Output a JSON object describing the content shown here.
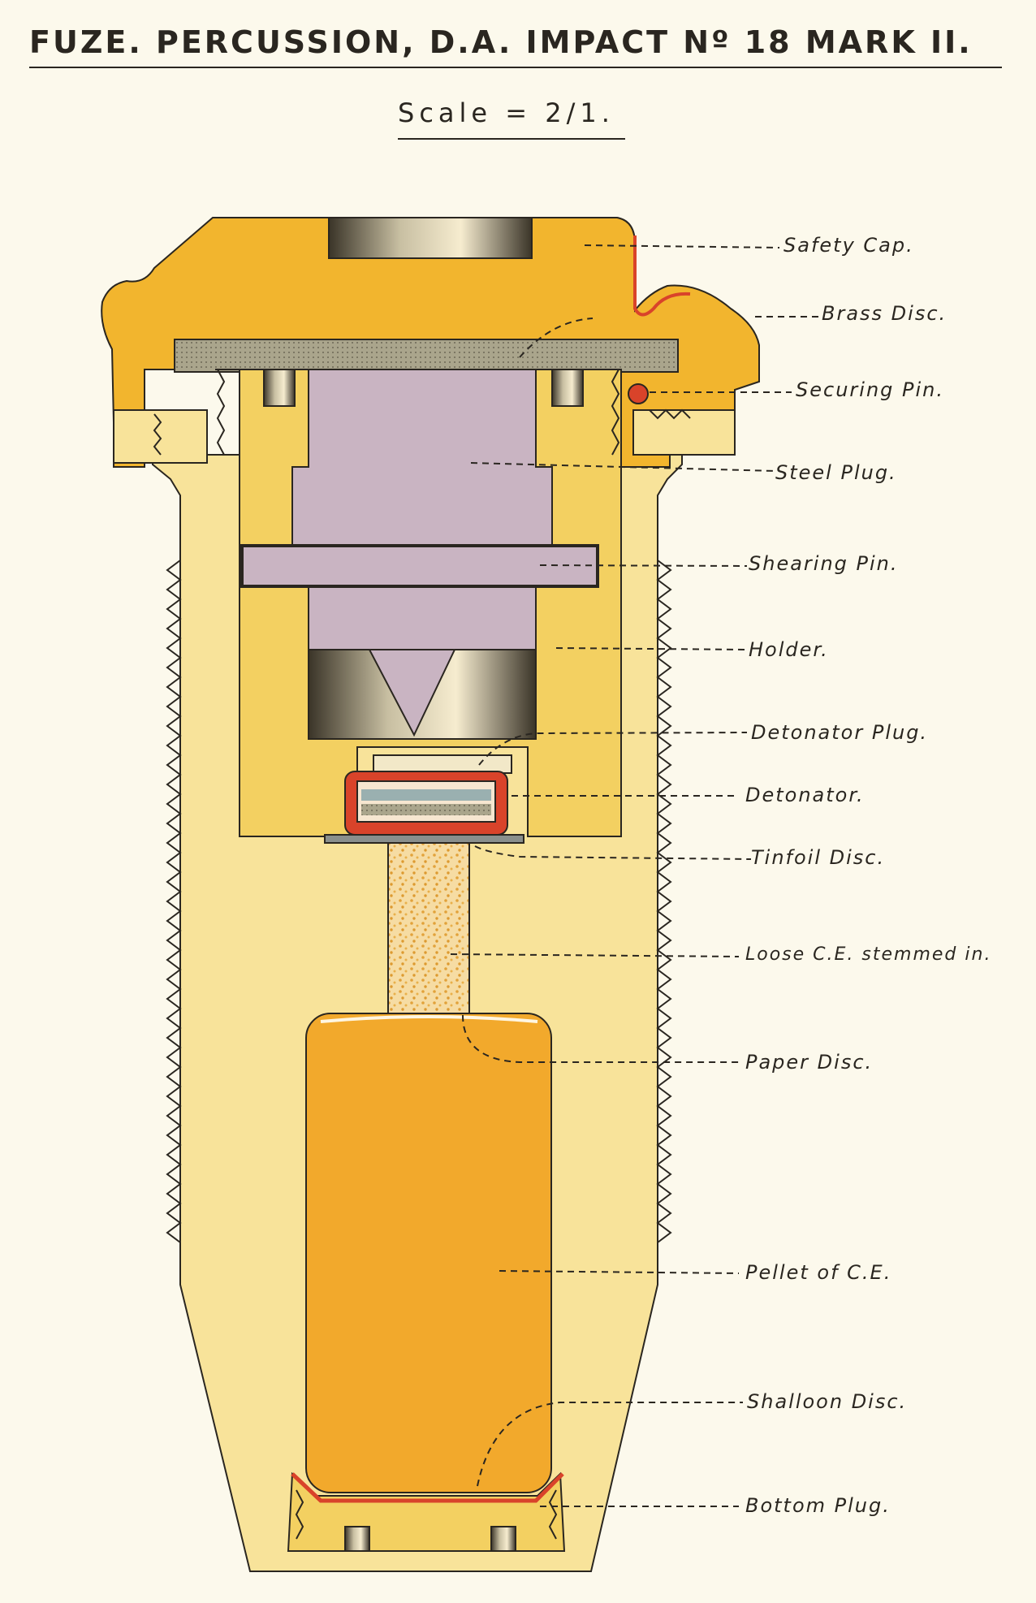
{
  "title": "FUZE. PERCUSSION, D.A. IMPACT Nº 18 MARK II.",
  "scale": "Scale = 2/1.",
  "labels": {
    "safety_cap": "Safety Cap.",
    "brass_disc": "Brass Disc.",
    "securing_pin": "Securing Pin.",
    "steel_plug": "Steel Plug.",
    "shearing_pin": "Shearing Pin.",
    "holder": "Holder.",
    "detonator_plug": "Detonator Plug.",
    "detonator": "Detonator.",
    "tinfoil_disc": "Tinfoil Disc.",
    "loose_ce": "Loose C.E. stemmed in.",
    "paper_disc": "Paper Disc.",
    "pellet_ce": "Pellet of C.E.",
    "shalloon_disc": "Shalloon Disc.",
    "bottom_plug": "Bottom Plug."
  },
  "colors": {
    "cap_yellow": "#f2b52e",
    "body_cream": "#f8e39a",
    "holder_yellow": "#f3d061",
    "steel_mauve": "#c9b4c2",
    "brass_grey": "#a9a38a",
    "pellet_orange": "#f2a92c",
    "red": "#d9432a",
    "outline": "#2a2620"
  }
}
